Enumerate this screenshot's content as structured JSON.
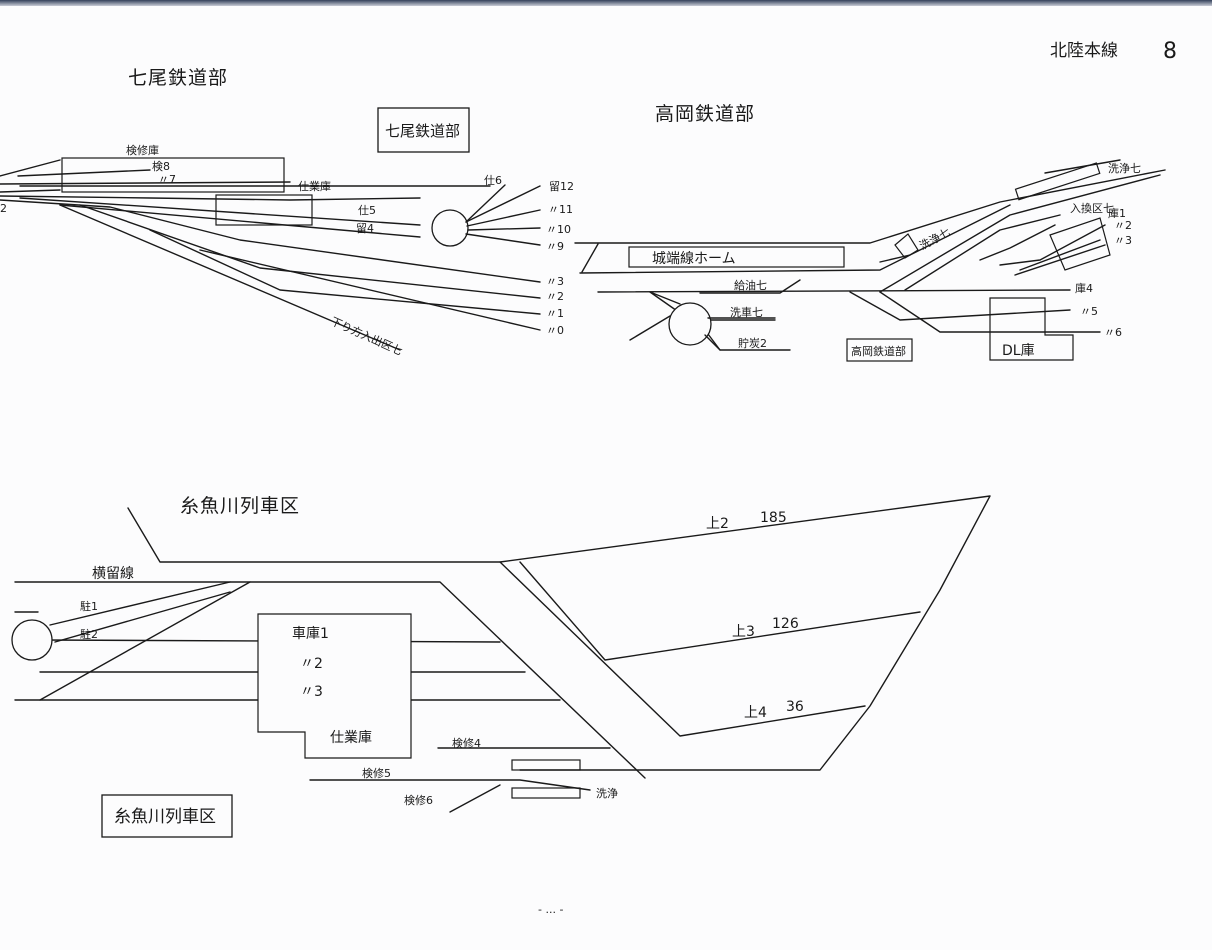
{
  "header": {
    "line_name": "北陸本線",
    "page_no": "8"
  },
  "footer": {
    "page_marker": "- ... -"
  },
  "nanao": {
    "title": "七尾鉄道部",
    "box_label": "七尾鉄道部",
    "labels": {
      "kenshu": "検修庫",
      "kenshu8": "検8",
      "kenshu7": "〃7",
      "shiwake": "仕業庫",
      "shiwake5": "仕5",
      "ryu4": "留4",
      "ryu6": "仕6",
      "ryu12": "留12",
      "ryu11": "〃11",
      "ryu10": "〃10",
      "ryu9": "〃9",
      "ryu3": "〃3",
      "ryu2": "〃2",
      "ryu1": "〃1",
      "ryu0": "〃0",
      "branch": "下り方入出区七",
      "edge": "2"
    }
  },
  "takaoka": {
    "title": "高岡鉄道部",
    "box_label": "高岡鉄道部",
    "depot_label": "DL庫",
    "platform": "城端線ホーム",
    "labels": {
      "kyuyu": "給油七",
      "senjo": "洗車七",
      "choryu2": "貯炭2",
      "ko4": "庫4",
      "ko5": "〃5",
      "ko6": "〃6",
      "ko1": "庫1",
      "ko2": "〃2",
      "ko3": "〃3",
      "senjo_top": "洗浄七",
      "koshu": "入換区七",
      "shunt": "洗浄七"
    }
  },
  "itoigawa": {
    "title": "糸魚川列車区",
    "box_label": "糸魚川列車区",
    "labels": {
      "horyu": "横留線",
      "chu1": "駐1",
      "chu2": "駐2",
      "sha1": "車庫1",
      "sha2": "〃2",
      "sha3": "〃3",
      "shiwake": "仕業庫",
      "up2": "上2",
      "up2_len": "185",
      "up3": "上3",
      "up3_len": "126",
      "up4": "上4",
      "up4_len": "36",
      "kenshu4": "検修4",
      "kenshu5": "検修5",
      "kenshu6": "検修6",
      "senjo": "洗浄"
    }
  }
}
